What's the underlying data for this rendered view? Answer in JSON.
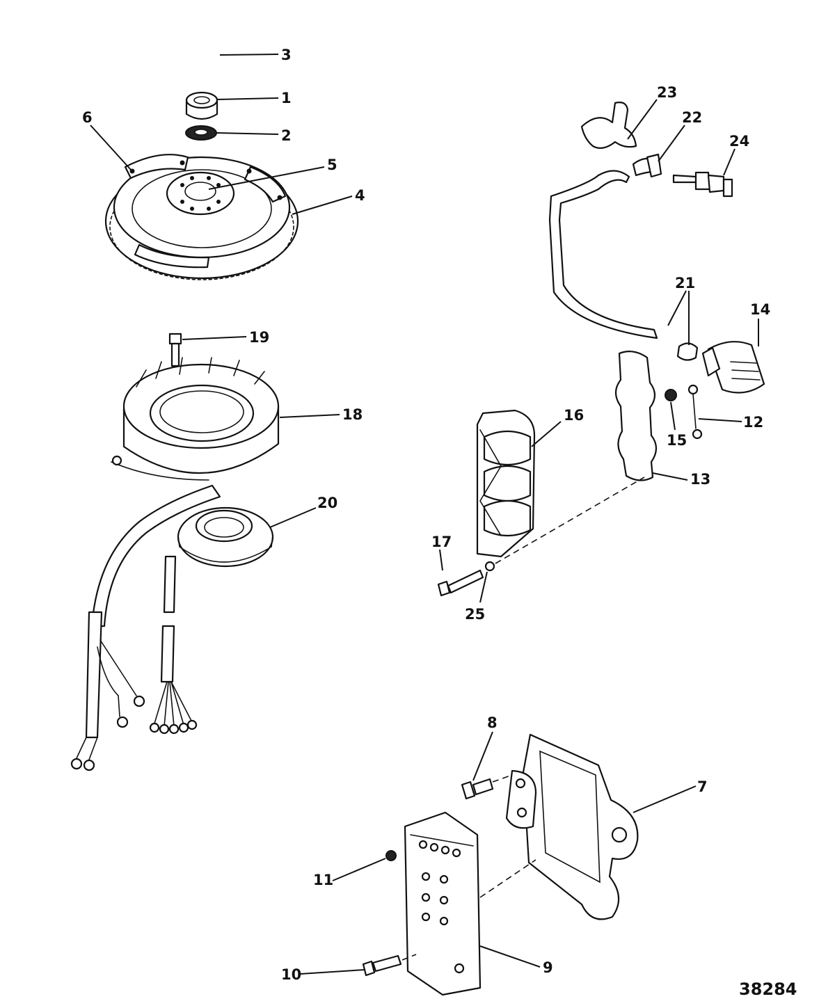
{
  "diagram": {
    "figure_number": "38284",
    "callouts": [
      {
        "id": "c1",
        "label": "1"
      },
      {
        "id": "c2",
        "label": "2"
      },
      {
        "id": "c3",
        "label": "3"
      },
      {
        "id": "c4",
        "label": "4"
      },
      {
        "id": "c5",
        "label": "5"
      },
      {
        "id": "c6",
        "label": "6"
      },
      {
        "id": "c7",
        "label": "7"
      },
      {
        "id": "c8",
        "label": "8"
      },
      {
        "id": "c9",
        "label": "9"
      },
      {
        "id": "c10",
        "label": "10"
      },
      {
        "id": "c11",
        "label": "11"
      },
      {
        "id": "c12",
        "label": "12"
      },
      {
        "id": "c13",
        "label": "13"
      },
      {
        "id": "c14",
        "label": "14"
      },
      {
        "id": "c15",
        "label": "15"
      },
      {
        "id": "c16",
        "label": "16"
      },
      {
        "id": "c17",
        "label": "17"
      },
      {
        "id": "c18",
        "label": "18"
      },
      {
        "id": "c19",
        "label": "19"
      },
      {
        "id": "c20",
        "label": "20"
      },
      {
        "id": "c21",
        "label": "21"
      },
      {
        "id": "c22",
        "label": "22"
      },
      {
        "id": "c23",
        "label": "23"
      },
      {
        "id": "c24",
        "label": "24"
      },
      {
        "id": "c25",
        "label": "25"
      }
    ]
  }
}
